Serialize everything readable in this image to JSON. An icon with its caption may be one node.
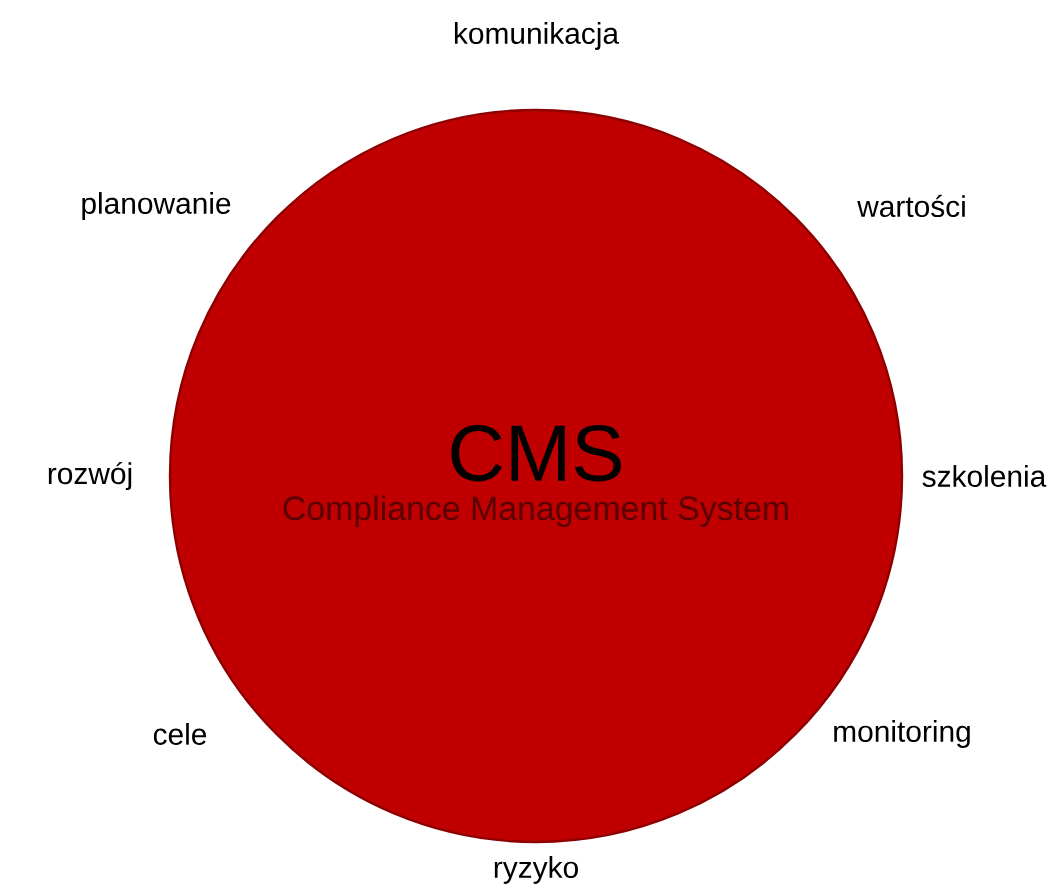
{
  "diagram": {
    "nodes": [
      {
        "text": [
          "CMS",
          "Compliance Management System"
        ]
      }
    ],
    "edges": [],
    "labels": [
      "komunikacja",
      "planowanie",
      "wartości",
      "rozwój",
      "szkolenia",
      "cele",
      "monitoring",
      "ryzyko"
    ]
  }
}
